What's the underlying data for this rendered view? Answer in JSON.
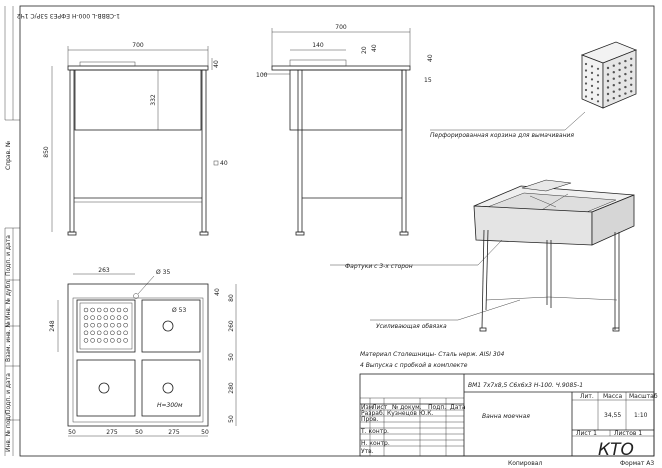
{
  "top_stamp": "1-СВВВ-L 000-Н ЕФРЕЗ 53Р/С 1Ч2",
  "left_margin_labels": [
    "Инв. № подл.",
    "Подп. и дата",
    "Взам. инв. №",
    "Инв. № дубл.",
    "Подп. и дата",
    "Справ. №"
  ],
  "views": {
    "front": {
      "dims": [
        "700",
        "40",
        "332",
        "850",
        "40"
      ]
    },
    "side": {
      "dims": [
        "700",
        "140",
        "20",
        "40",
        "40",
        "100",
        "15"
      ]
    },
    "plan": {
      "dims": [
        "263",
        "Ø 35",
        "40",
        "80",
        "248",
        "260",
        "50",
        "280",
        "50",
        "Ø 53",
        "50",
        "275",
        "50",
        "275",
        "50"
      ],
      "depth_note": "H=300м"
    }
  },
  "annotations": {
    "basket": "Перфорированная корзина для вымачивания",
    "aprons": "Фартуки с 3-х сторон",
    "strapping": "Усиливающая обвязка"
  },
  "notes": {
    "material": "Материал Столешницы- Сталь нерж. AISI 304",
    "outlets": "4 Выпуска с пробкой в комплекте"
  },
  "title_block": {
    "designation": "ВМ1 7x7x8,5 С6x6x3 Н-100. Ч.9085-1",
    "name": "Ванна моечная",
    "col_headers": [
      "Изм",
      "Лист",
      "№ докум.",
      "Подп.",
      "Дата"
    ],
    "rows": [
      {
        "role": "Разраб.",
        "person": "Кузнецов Ю.К."
      },
      {
        "role": "Пров.",
        "person": ""
      },
      {
        "role": "Т. контр.",
        "person": ""
      },
      {
        "role": "",
        "person": ""
      },
      {
        "role": "Н. контр.",
        "person": ""
      },
      {
        "role": "Утв.",
        "person": ""
      }
    ],
    "lit_header": "Лит.",
    "mass_header": "Масса",
    "scale_header": "Масштаб",
    "mass": "34,55",
    "scale": "1:10",
    "sheet_label": "Лист 1",
    "sheets_label": "Листов 1",
    "org": "КТО"
  },
  "footer": {
    "copied": "Копировал",
    "format": "Формат А3"
  }
}
